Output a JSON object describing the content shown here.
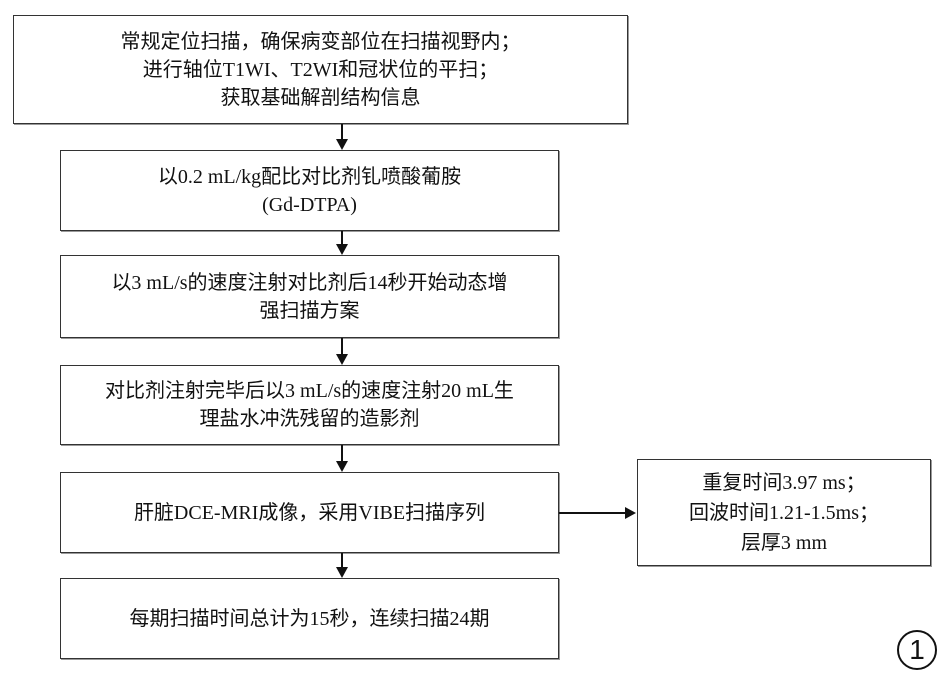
{
  "steps": [
    {
      "lines": [
        "常规定位扫描，确保病变部位在扫描视野内；",
        "进行轴位T1WI、T2WI和冠状位的平扫；",
        "获取基础解剖结构信息"
      ]
    },
    {
      "lines": [
        "以0.2 mL/kg配比对比剂钆喷酸葡胺",
        "(Gd-DTPA)"
      ]
    },
    {
      "lines": [
        "以3 mL/s的速度注射对比剂后14秒开始动态增",
        "强扫描方案"
      ]
    },
    {
      "lines": [
        "对比剂注射完毕后以3 mL/s的速度注射20 mL生",
        "理盐水冲洗残留的造影剂"
      ]
    },
    {
      "lines": [
        "肝脏DCE-MRI成像，采用VIBE扫描序列"
      ]
    },
    {
      "lines": [
        "每期扫描时间总计为15秒，连续扫描24期"
      ]
    }
  ],
  "side_box": {
    "lines": [
      "重复时间3.97 ms；",
      "回波时间1.21-1.5ms；",
      "层厚3 mm"
    ]
  },
  "figure_label": "1"
}
